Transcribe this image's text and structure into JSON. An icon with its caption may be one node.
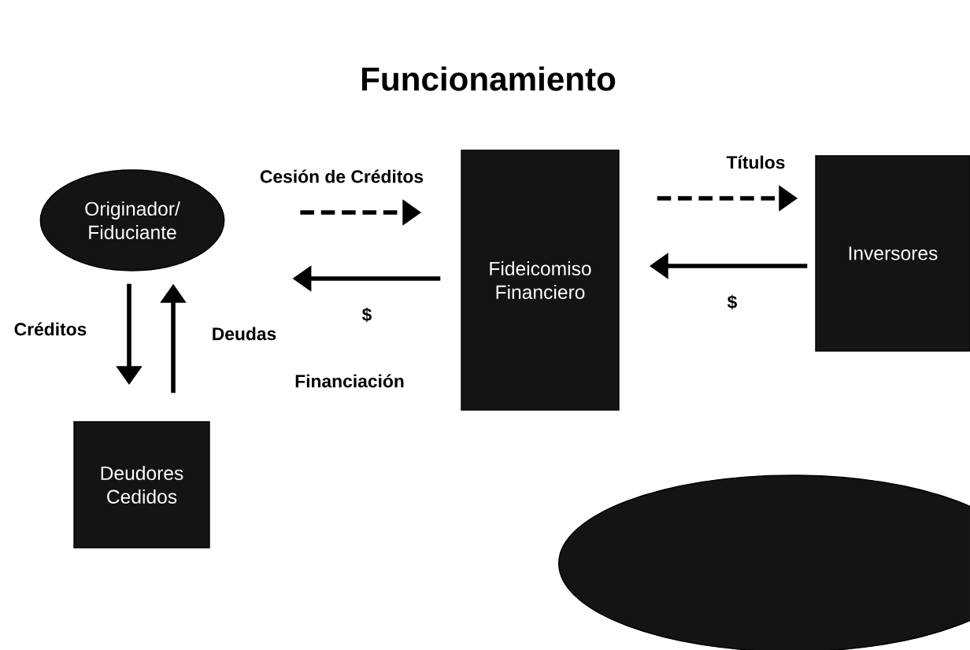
{
  "diagram": {
    "title": "Funcionamiento",
    "nodes": [
      {
        "text": [
          "Originador/ Fiduciante"
        ]
      },
      {
        "text": [
          "Fideicomiso Financiero"
        ]
      },
      {
        "text": [
          "Inversores"
        ]
      },
      {
        "text": [
          "Deudores Cedidos"
        ]
      },
      {
        "text": [],
        "shape": "ellipse"
      }
    ],
    "edges": [
      {
        "from": 0,
        "to": 1,
        "arrow": "to",
        "style": "dashed",
        "label": "Cesión de Créditos"
      },
      {
        "from": 1,
        "to": 0,
        "arrow": "to",
        "label": "$"
      },
      {
        "from": 1,
        "to": 2,
        "arrow": "to",
        "style": "dashed",
        "label": "Títulos"
      },
      {
        "from": 2,
        "to": 1,
        "arrow": "to",
        "label": "$"
      },
      {
        "from": 0,
        "to": 3,
        "arrow": "to",
        "label": "Créditos"
      },
      {
        "from": 3,
        "to": 0,
        "arrow": "to",
        "label": "Deudas"
      }
    ],
    "labels": [
      "Financiación"
    ]
  }
}
